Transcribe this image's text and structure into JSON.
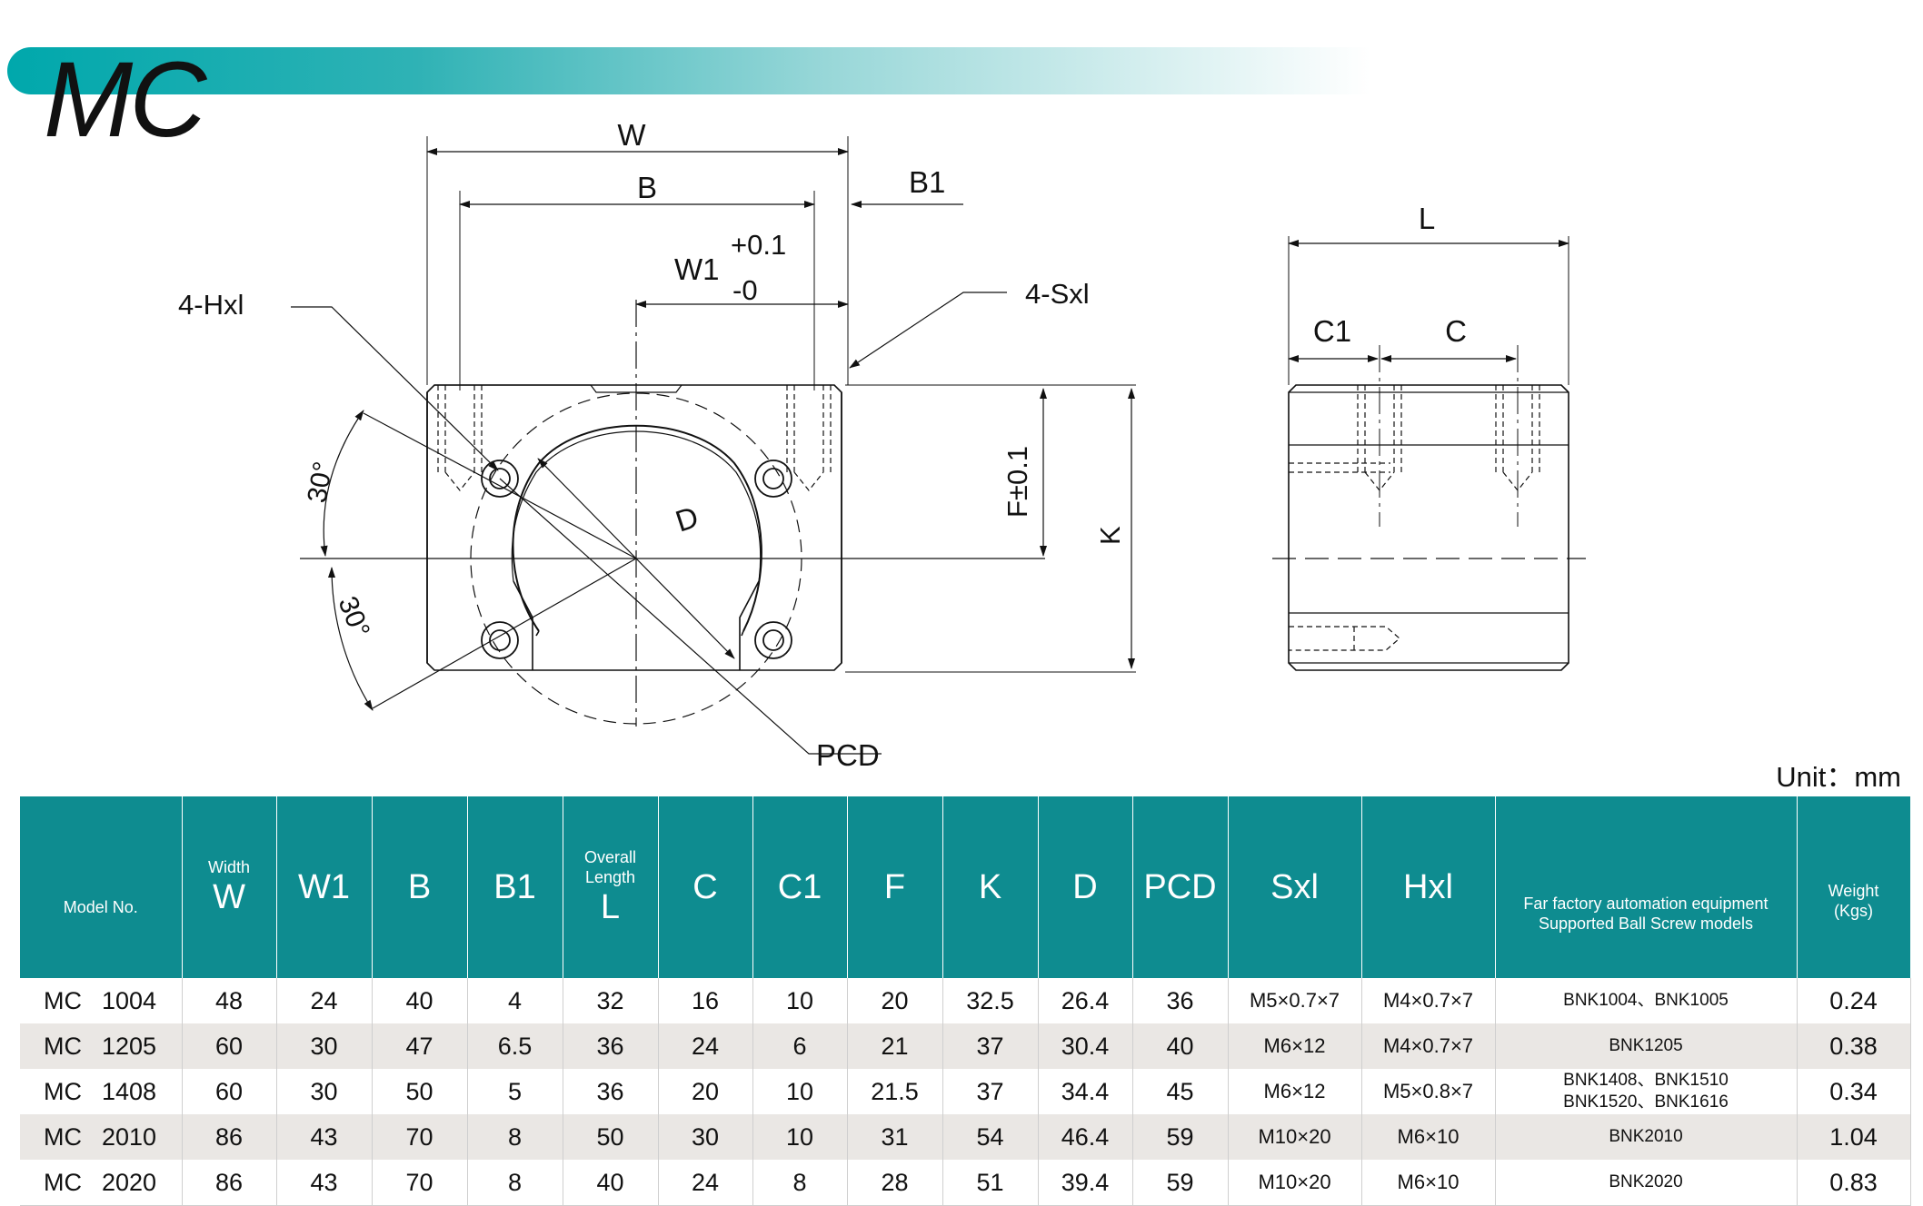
{
  "title": "MC",
  "unit_label": "Unit：mm",
  "drawing_labels": {
    "W": "W",
    "B": "B",
    "B1": "B1",
    "W1": "W1",
    "tol_plus": "+0.1",
    "tol_minus": "-0",
    "H": "4-Hxl",
    "S": "4-Sxl",
    "D": "D",
    "PCD": "PCD",
    "angle_top": "30°",
    "angle_bottom": "30°",
    "F": "F±0.1",
    "K": "K",
    "L": "L",
    "C1": "C1",
    "C": "C"
  },
  "table": {
    "headers": [
      {
        "small": "",
        "large": "",
        "note": "Model No."
      },
      {
        "small": "Width",
        "large": "W"
      },
      {
        "large": "W1"
      },
      {
        "large": "B"
      },
      {
        "large": "B1"
      },
      {
        "small": "Overall\nLength",
        "large": "L"
      },
      {
        "large": "C"
      },
      {
        "large": "C1"
      },
      {
        "large": "F"
      },
      {
        "large": "K"
      },
      {
        "large": "D"
      },
      {
        "large": "PCD"
      },
      {
        "large": "Sxl"
      },
      {
        "large": "Hxl"
      },
      {
        "note": "Far factory automation equipment\nSupported Ball Screw models"
      },
      {
        "note": "Weight\n(Kgs)"
      }
    ],
    "rows": [
      {
        "prefix": "MC",
        "num": "1004",
        "W": "48",
        "W1": "24",
        "B": "40",
        "B1": "4",
        "L": "32",
        "C": "16",
        "C1": "10",
        "F": "20",
        "K": "32.5",
        "D": "26.4",
        "PCD": "36",
        "S": "M5×0.7×7",
        "H": "M4×0.7×7",
        "models": "BNK1004、BNK1005",
        "weight": "0.24"
      },
      {
        "prefix": "MC",
        "num": "1205",
        "W": "60",
        "W1": "30",
        "B": "47",
        "B1": "6.5",
        "L": "36",
        "C": "24",
        "C1": "6",
        "F": "21",
        "K": "37",
        "D": "30.4",
        "PCD": "40",
        "S": "M6×12",
        "H": "M4×0.7×7",
        "models": "BNK1205",
        "weight": "0.38"
      },
      {
        "prefix": "MC",
        "num": "1408",
        "W": "60",
        "W1": "30",
        "B": "50",
        "B1": "5",
        "L": "36",
        "C": "20",
        "C1": "10",
        "F": "21.5",
        "K": "37",
        "D": "34.4",
        "PCD": "45",
        "S": "M6×12",
        "H": "M5×0.8×7",
        "models": "BNK1408、BNK1510\nBNK1520、BNK1616",
        "weight": "0.34"
      },
      {
        "prefix": "MC",
        "num": "2010",
        "W": "86",
        "W1": "43",
        "B": "70",
        "B1": "8",
        "L": "50",
        "C": "30",
        "C1": "10",
        "F": "31",
        "K": "54",
        "D": "46.4",
        "PCD": "59",
        "S": "M10×20",
        "H": "M6×10",
        "models": "BNK2010",
        "weight": "1.04"
      },
      {
        "prefix": "MC",
        "num": "2020",
        "W": "86",
        "W1": "43",
        "B": "70",
        "B1": "8",
        "L": "40",
        "C": "24",
        "C1": "8",
        "F": "28",
        "K": "51",
        "D": "39.4",
        "PCD": "59",
        "S": "M10×20",
        "H": "M6×10",
        "models": "BNK2020",
        "weight": "0.83"
      }
    ]
  }
}
